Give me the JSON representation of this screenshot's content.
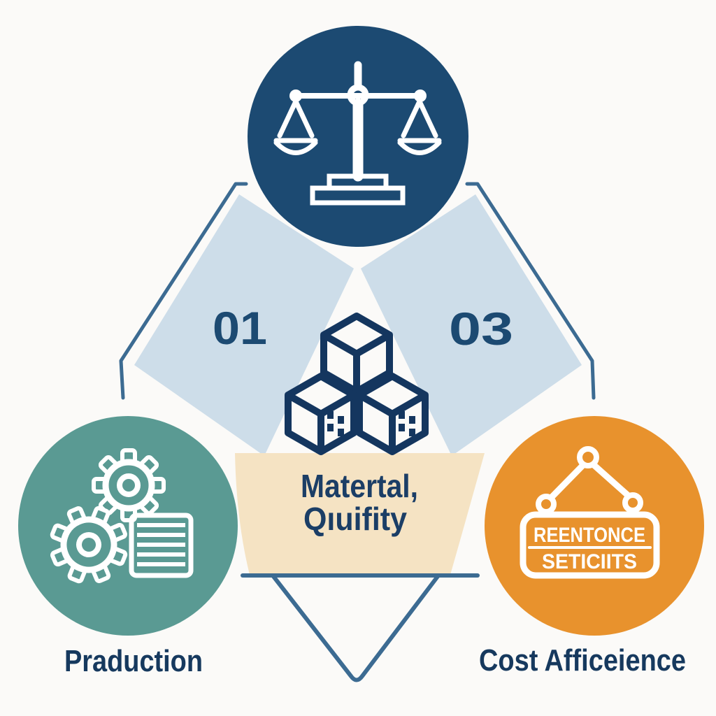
{
  "diagram": {
    "center": {
      "icon": "cubes-icon",
      "title_line1": "Matertal,",
      "title_line2": "Qıuifity",
      "panel_color": "#f5e3c3"
    },
    "panels": [
      {
        "number": "01"
      },
      {
        "number": "03"
      }
    ],
    "nodes": {
      "top": {
        "icon": "balance-scale-icon",
        "color": "#1c4a72"
      },
      "left": {
        "icon": "gears-document-icon",
        "color": "#5a9a93",
        "label": "Praduction"
      },
      "right": {
        "icon": "hanging-sign-icon",
        "color": "#e8922d",
        "label": "Cost Afficeience",
        "sign_line1": "REENTONCE",
        "sign_line2": "SETICIITS"
      }
    },
    "colors": {
      "background": "#fbfaf8",
      "panel_blue": "#cddde9",
      "connector_blue": "#3c6b92",
      "number_navy": "#1c4a72",
      "icon_navy": "#14365f",
      "center_text_navy": "#1b3e66",
      "label_navy": "#16395e"
    }
  }
}
